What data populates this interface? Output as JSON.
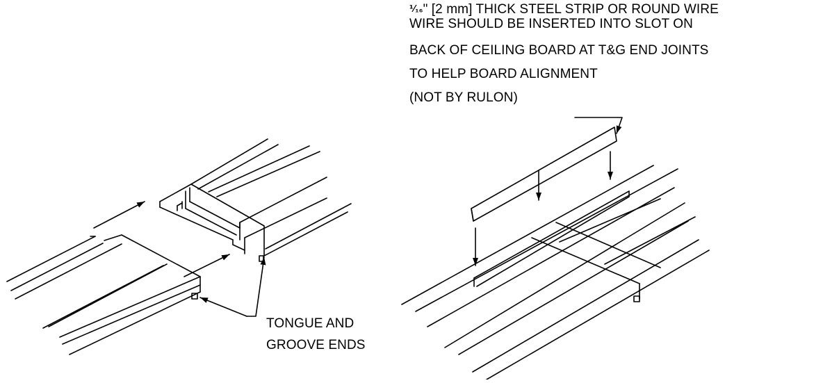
{
  "note": {
    "fraction": "⅟₁₆",
    "line1": "\" [2 mm] THICK STEEL STRIP OR ROUND WIRE",
    "line2": "WIRE SHOULD BE INSERTED INTO SLOT ON",
    "line3": "BACK OF CEILING BOARD AT T&G END JOINTS",
    "line4": "TO HELP BOARD ALIGNMENT",
    "line5": "(NOT BY RULON)"
  },
  "callout": {
    "line1": "TONGUE AND",
    "line2": "GROOVE ENDS"
  },
  "colors": {
    "ink": "#000000",
    "paper": "#ffffff"
  }
}
